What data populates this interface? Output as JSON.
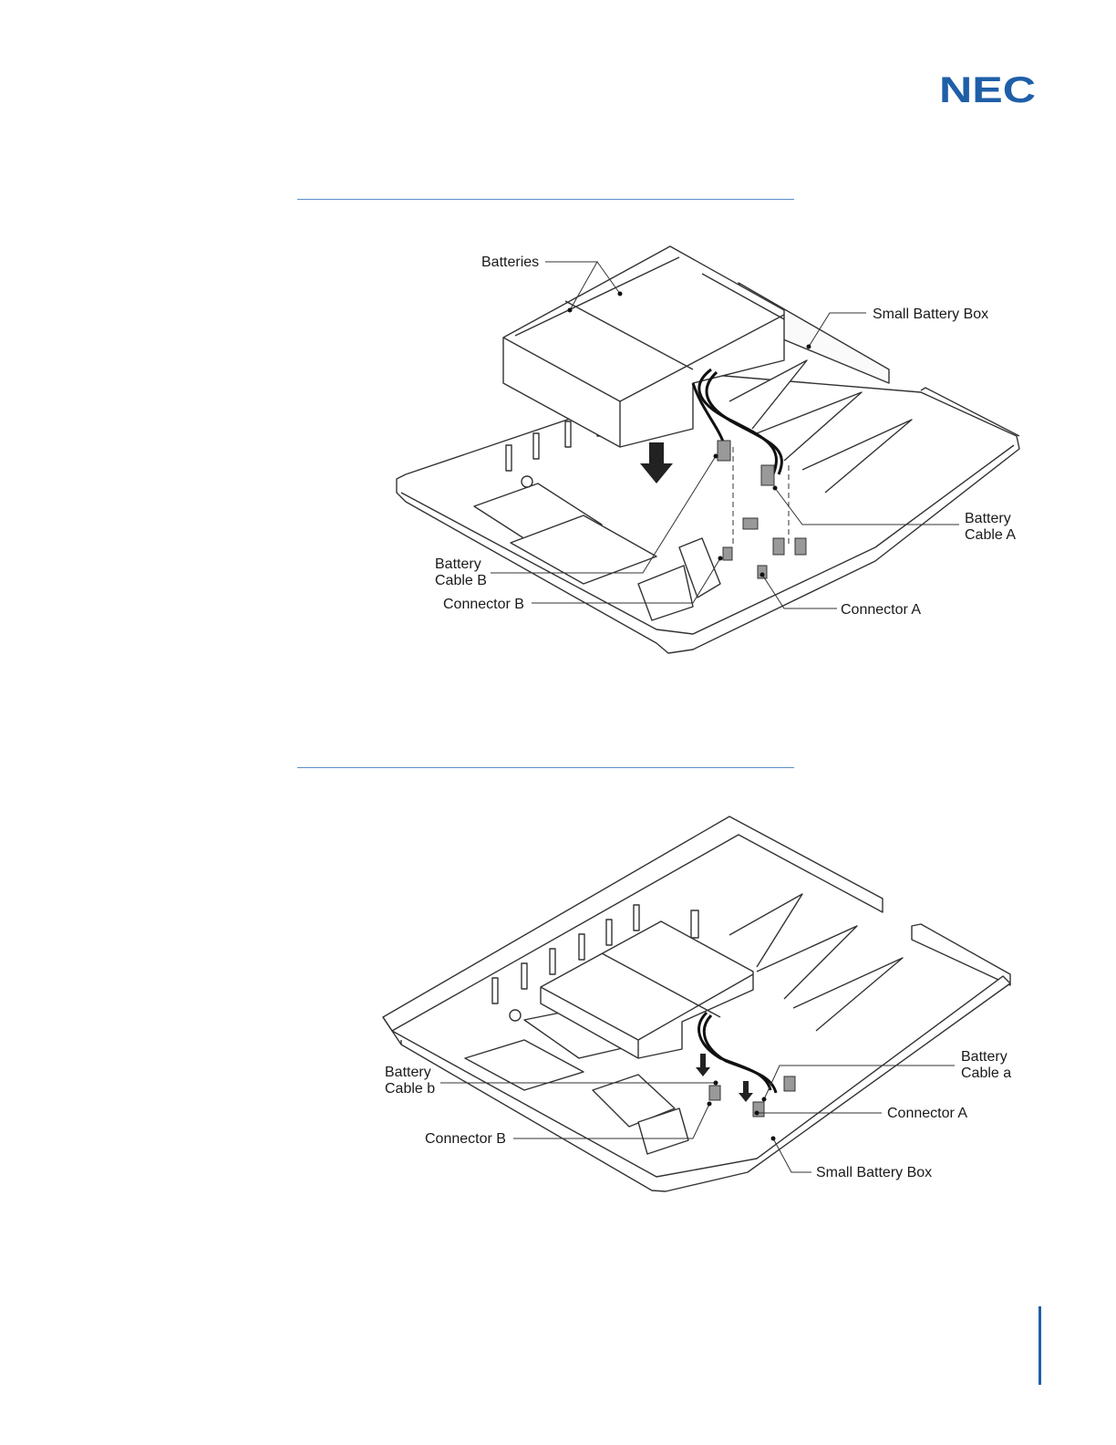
{
  "brand": {
    "logo_text": "NEC",
    "color": "#1f5fa8"
  },
  "rule_color": "#5b8fc7",
  "figure1": {
    "labels": {
      "batteries": "Batteries",
      "small_battery_box": "Small Battery Box",
      "battery_cable_a_1": "Battery",
      "battery_cable_a_2": "Cable A",
      "battery_cable_b_1": "Battery",
      "battery_cable_b_2": "Cable B",
      "connector_b": "Connector B",
      "connector_a": "Connector A"
    }
  },
  "figure2": {
    "labels": {
      "battery_cable_a_1": "Battery",
      "battery_cable_a_2": "Cable a",
      "battery_cable_b_1": "Battery",
      "battery_cable_b_2": "Cable b",
      "connector_a": "Connector A",
      "connector_b": "Connector B",
      "small_battery_box": "Small Battery Box"
    }
  }
}
